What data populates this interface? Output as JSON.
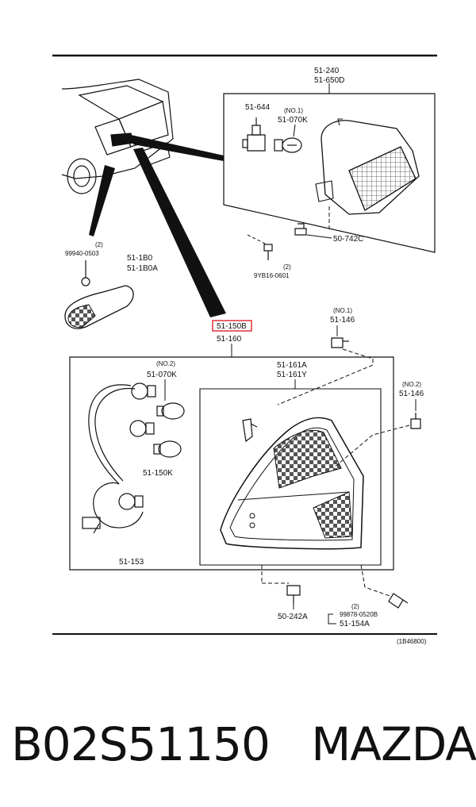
{
  "colors": {
    "ink": "#111111",
    "highlight": "#e0333a",
    "grid": "#444444"
  },
  "diagram": {
    "top_group": {
      "assembly_labels": [
        "51-240",
        "51-650D"
      ],
      "socket": "51-644",
      "bulb_qty": "(NO.1)",
      "bulb": "51-070K",
      "clip": "50-742C",
      "screw_qty": "(2)",
      "screw": "9YB16-0601"
    },
    "side_marker": {
      "nut_qty": "(2)",
      "nut": "99940-0503",
      "labels": [
        "51-1B0",
        "51-1B0A"
      ]
    },
    "rear_group": {
      "highlighted_part": "51-150B",
      "assembly": "51-160",
      "clip_top_qty": "(NO.1)",
      "clip_top": "51-146",
      "lens_labels": [
        "51-161A",
        "51-161Y"
      ],
      "bulb_qty": "(NO.2)",
      "bulb": "51-070K",
      "socket_harness": "51-150K",
      "clip_right_qty": "(NO.2)",
      "clip_right": "51-146",
      "wiring": "51-153",
      "bottom_clip": "50-242A",
      "screw_qty": "(2)",
      "screw": "99878-0520B",
      "screw_assy": "51-154A"
    },
    "figure_code": "(1B46800)"
  },
  "caption": {
    "part_number": "B02S51150",
    "brand": "MAZDA"
  }
}
